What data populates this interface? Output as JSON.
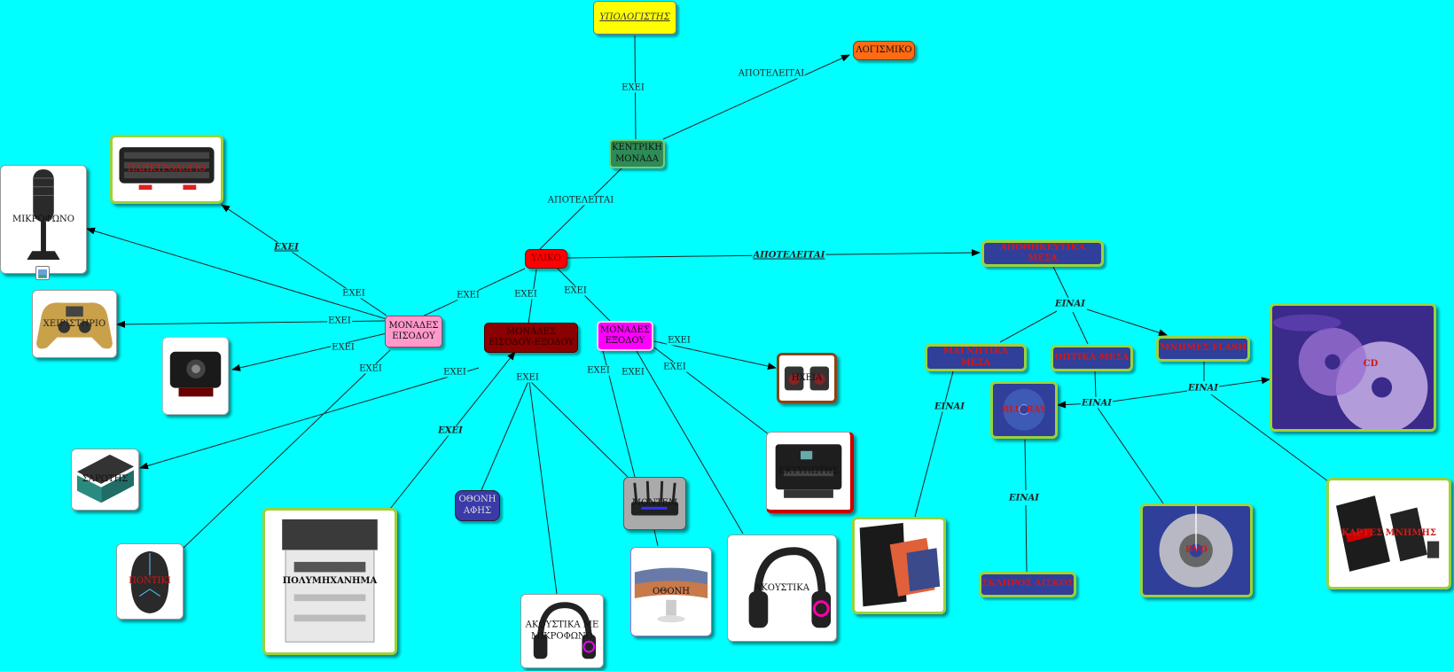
{
  "nodes": {
    "computer": "ΥΠΟΛΟΓΙΣΤΗΣ",
    "central_unit": "ΚΕΝΤΡΙΚΗ ΜΟΝΑΔΑ",
    "software": "ΛΟΓΙΣΜΙΚΟ",
    "hardware": "ΥΛΙΚΟ",
    "input_units": "ΜΟΝΑΔΕΣ ΕΙΣΟΔΟΥ",
    "io_units": "ΜΟΝΑΔΕΣ ΕΙΣΟΔΟΥ-ΕΞΟΔΟΥ",
    "output_units": "ΜΟΝΑΔΕΣ ΕΞΟΔΟΥ",
    "storage_media": "ΑΠΟΘΗΚΕΥΤΙΚΑ ΜΕΣΑ",
    "magnetic_media": "ΜΑΓΝΗΤΙΚΑ ΜΕΣΑ",
    "optical_media": "ΟΠΤΙΚΑ ΜΕΣΑ",
    "flash_memory": "ΜΝΗΜΕΣ FLASH",
    "blu_ray": "BLU-RAY",
    "hard_disk": "ΣΚΛΗΡΟΣ ΔΙΣΚΟΣ",
    "touch_screen": "ΟΘΟΝΗ ΑΦΗΣ"
  },
  "images": {
    "keyboard": "ΠΛΗΚΤΡΟΛΟΓΙΟ",
    "microphone": "ΜΙΚΡΟΦΩΝΟ",
    "joystick": "ΧΕΙΡΙΣΤΗΡΙΟ",
    "scanner": "ΣΑΡΩΤΗΣ",
    "mouse": "ΠΟΝΤΙΚΙ",
    "multifunction": "ΠΟΛΥΜΗΧΑΝΗΜΑ",
    "headset_mic": "ΑΚΟΥΣΤΙΚΑ ΜΕ ΜΙΚΡΟΦΩΝΟ",
    "modem": "ΜΟΝΤΕΜ",
    "speakers": "ΗΧΕΙΑ",
    "printer": "ΕΚΤΥΠΩΤΗΣ",
    "headphones": "ΑΚΟΥΣΤΙΚΑ",
    "monitor": "ΟΘΟΝΗ",
    "cd": "CD",
    "dvd": "DVD",
    "memory_cards": "ΚΑΡΤΕΣ ΜΝΗΜΗΣ"
  },
  "links": {
    "has": "ΕΧΕΙ",
    "consists_of": "ΑΠΟΤΕΛΕΙΤΑΙ",
    "is": "ΕΙΝΑΙ"
  },
  "colors": {
    "background": "#00ffff",
    "computer": "#ffff00",
    "central_unit": "#2e8b57",
    "software": "#ff6a13",
    "hardware": "#ff0000",
    "input_units": "#ff99cc",
    "io_units": "#8b0000",
    "output_units": "#ff00ff",
    "storage": "#2f3f9a",
    "touch_screen": "#3a3aa8",
    "storage_border": "#9bd23a"
  }
}
